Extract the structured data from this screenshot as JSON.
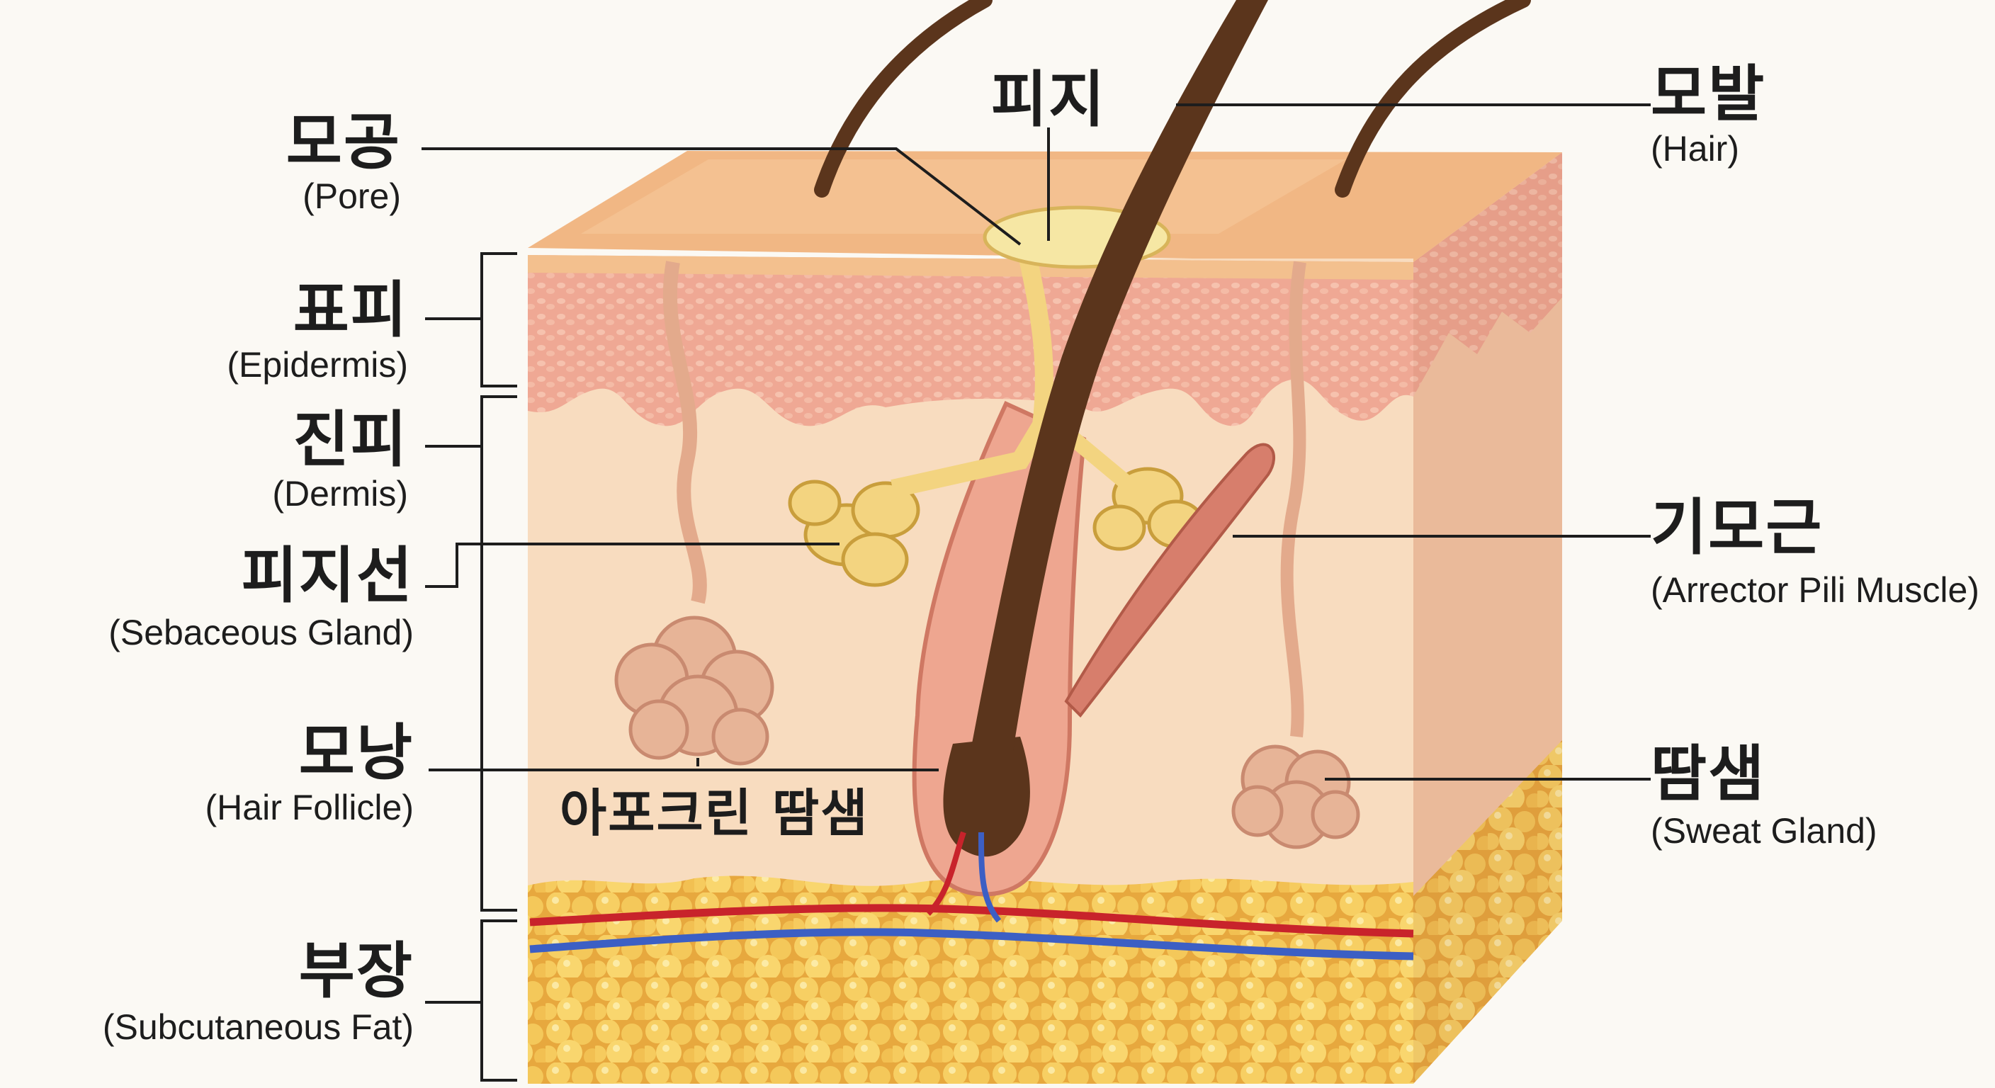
{
  "labels": {
    "pore": {
      "ko": "모공",
      "en": "(Pore)"
    },
    "sebum": {
      "ko": "피지"
    },
    "hair": {
      "ko": "모발",
      "en": "(Hair)"
    },
    "epidermis": {
      "ko": "표피",
      "en": "(Epidermis)"
    },
    "dermis": {
      "ko": "진피",
      "en": "(Dermis)"
    },
    "sebaceous_gland": {
      "ko": "피지선",
      "en": "(Sebaceous Gland)"
    },
    "hair_follicle": {
      "ko": "모낭",
      "en": "(Hair Follicle)"
    },
    "apocrine_gland": {
      "ko": "아포크린 땀샘"
    },
    "subcutaneous_fat": {
      "ko": "부장",
      "en": "(Subcutaneous Fat)"
    },
    "arrector_pili": {
      "ko": "기모근",
      "en": "(Arrector Pili Muscle)"
    },
    "sweat_gland": {
      "ko": "땀샘",
      "en": "(Sweat Gland)"
    }
  },
  "colors": {
    "background": "#fbf9f4",
    "skin_top": "#f1b784",
    "epidermis": "#eea690",
    "dermis": "#f8dcbf",
    "fat": "#f2c45a",
    "hair": "#5b351c",
    "sebum": "#f6e7a4",
    "muscle": "#d77e6c",
    "artery": "#c8232b",
    "vein": "#3c5fc4",
    "leader_line": "#1d1d1d"
  }
}
